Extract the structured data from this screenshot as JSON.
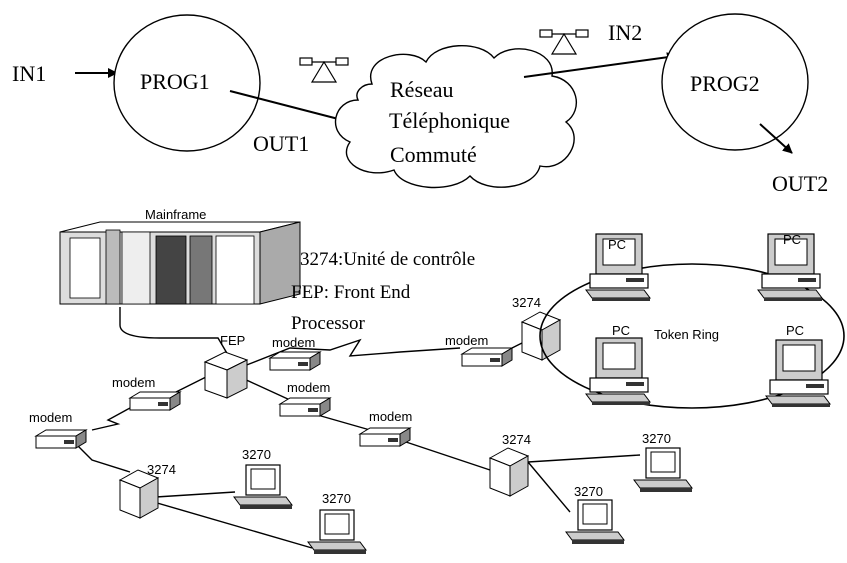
{
  "top": {
    "in1": "IN1",
    "prog1": "PROG1",
    "out1": "OUT1",
    "network_line1": "Réseau",
    "network_line2": "Téléphonique",
    "network_line3": "Commuté",
    "in2": "IN2",
    "prog2": "PROG2",
    "out2": "OUT2"
  },
  "bottom": {
    "mainframe": "Mainframe",
    "note_3274": "3274:Unité de contrôle",
    "note_fep_line1": "FEP: Front End",
    "note_fep_line2": "Processor",
    "fep": "FEP",
    "modem": "modem",
    "cu": "3274",
    "terminal": "3270",
    "pc": "PC",
    "ring": "Token Ring"
  }
}
